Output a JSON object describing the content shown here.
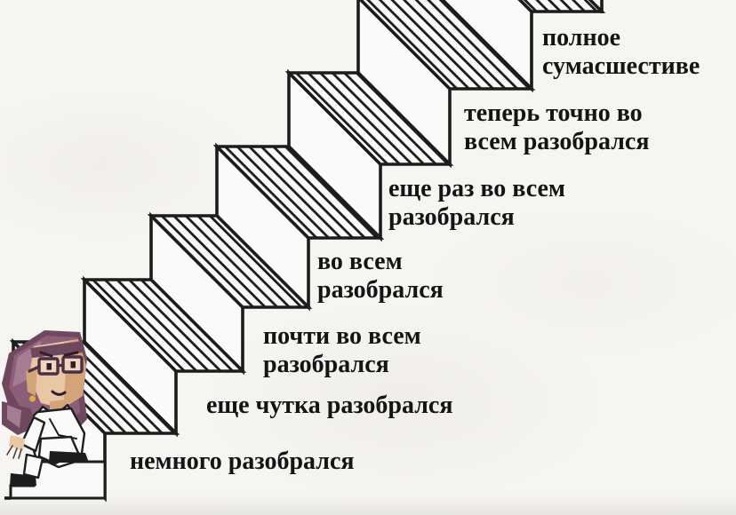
{
  "meme": {
    "title": "staircase-of-understanding-meme",
    "language": "ru",
    "steps": [
      {
        "label": "немного разобрался"
      },
      {
        "label": "еще чутка разобрался"
      },
      {
        "label": "почти во всем\nразобрался"
      },
      {
        "label": "во всем\nразобрался"
      },
      {
        "label": "еще раз во всем\nразобрался"
      },
      {
        "label": "теперь точно во\nвсем разобрался"
      },
      {
        "label": "полное\nсумасшестиве"
      }
    ],
    "figure": {
      "name": "climbing-character",
      "pose": "climbing the bottom steps"
    }
  },
  "palette": {
    "background": "#f7f5f2",
    "ink": "#1c1c1c",
    "step_face": "#fbfaf8",
    "text": "#141414",
    "hair": "#8d5e78",
    "hair_dark": "#6f4860",
    "hair_light": "#a57d93",
    "skin": "#e9c6a4",
    "skin_shade": "#d3a47a",
    "lens": "#efd6ba",
    "glasses": "#4a2f46",
    "pupil": "#2e1c2b",
    "cloth": "#fbfaf8",
    "cloth_line": "#1f1f1f",
    "shoe": "#1d1d1d",
    "earring": "#d8b23e"
  }
}
